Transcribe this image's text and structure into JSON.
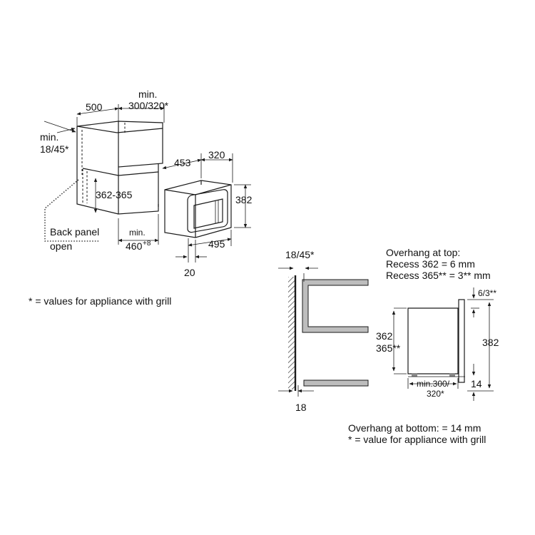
{
  "diagram": {
    "top_left": {
      "depth_label": "500",
      "clearance_label_1": "min.",
      "clearance_label_2": "300/320*",
      "side_gap_label_1": "min.",
      "side_gap_label_2": "18/45*",
      "recess_height_label": "362-365",
      "back_panel_label_1": "Back panel",
      "back_panel_label_2": "open",
      "min_label": "min.",
      "width_label": "460",
      "width_tolerance": "+8",
      "oven_depth_label": "320",
      "oven_offset_label": "453",
      "oven_height_label": "382",
      "oven_width_label": "495",
      "frame_label": "20"
    },
    "footnote_grill": "* = values for appliance with grill",
    "side_view": {
      "gap_label": "18/45*",
      "wall_label": "18"
    },
    "detail_view": {
      "overhang_top_1": "Overhang at top:",
      "overhang_top_2": "Recess 362 = 6 mm",
      "overhang_top_3": "Recess 365** = 3** mm",
      "top_overhang_label": "6/3**",
      "recess_label_1": "362",
      "recess_label_2": "365**",
      "height_label": "382",
      "bottom_label": "14",
      "min_label_1": "min.300/",
      "min_label_2": "320*"
    },
    "overhang_bottom": "Overhang at bottom: = 14 mm",
    "footnote_value": "* = value for appliance with grill"
  }
}
